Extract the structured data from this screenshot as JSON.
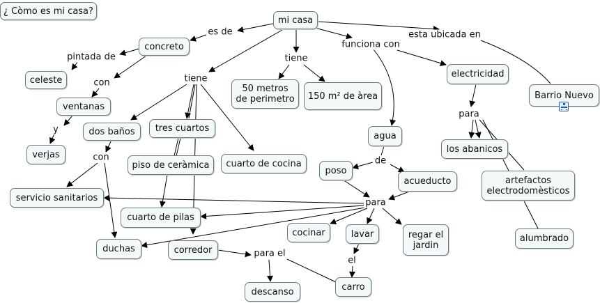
{
  "nodes": {
    "title": "¿ Còmo es mi casa?",
    "mi_casa": "mi casa",
    "concreto": "concreto",
    "celeste": "celeste",
    "ventanas": "ventanas",
    "verjas": "verjas",
    "dos_banos": "dos baños",
    "tres_cuartos": "tres cuartos",
    "piso_ceramica": "piso de ceràmica",
    "cuarto_cocina": "cuarto de cocina",
    "metros": "50 metros\nde perimetro",
    "area": "150 m² de àrea",
    "electricidad": "electricidad",
    "barrio": "Barrio Nuevo",
    "agua": "agua",
    "los_abanicos": "los abanicos",
    "poso": "poso",
    "acueducto": "acueducto",
    "artefactos": "artefactos\nelectrodomèsticos",
    "servicio": "servicio sanitarios",
    "cuarto_pilas": "cuarto de pilas",
    "cocinar": "cocinar",
    "lavar": "lavar",
    "regar": "regar el\njardin",
    "alumbrado": "alumbrado",
    "duchas": "duchas",
    "corredor": "corredor",
    "descanso": "descanso",
    "carro": "carro"
  },
  "labels": {
    "es_de": "es de",
    "pintada_de": "pintada de",
    "con_1": "con",
    "y": "y",
    "tiene_1": "tiene",
    "tiene_2": "tiene",
    "con_2": "con",
    "funciona_con": "funciona con",
    "esta_ubicada_en": "esta ubicada en",
    "para_1": "para",
    "de": "de",
    "para_2": "para",
    "el": "el",
    "para_el": "para el"
  },
  "colors": {
    "node_fill": "#f3f8f9",
    "node_border": "#6f7b7f",
    "line": "#000000"
  },
  "icons": {
    "barrio": "resource-icon"
  }
}
